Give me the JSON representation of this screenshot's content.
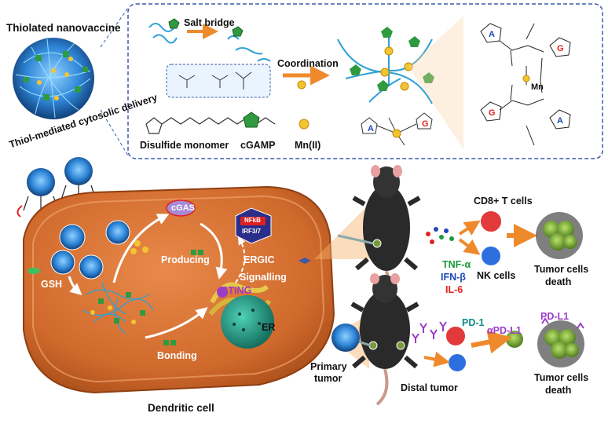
{
  "colors": {
    "panel_border": "#3a5aa8",
    "cell_orange": "#d9702f",
    "cell_dark": "#b3501c",
    "arrow_orange": "#ef8a2c",
    "tnf_green": "#1a9a3a",
    "ifn_blue": "#1f47b8",
    "il6_red": "#e02020",
    "pd_teal": "#0f8a8a",
    "apdl1_purple": "#9b3cc7",
    "cgamp_green": "#2f9a3f",
    "mn_yellow": "#f4c430"
  },
  "title": {
    "nanovaccine": "Thiolated nanovaccine",
    "delivery": "Thiol-mediated cytosolic delivery"
  },
  "synthesis_panel": {
    "salt_bridge": "Salt bridge",
    "coordination": "Coordination",
    "legend": {
      "disulfide": "Disulfide monomer",
      "cgamp": "cGAMP",
      "mn": "Mn(II)"
    },
    "mol_letters": {
      "a": "A",
      "g": "G",
      "mn": "Mn"
    }
  },
  "cell": {
    "gsh": "GSH",
    "cgas": "cGAS",
    "producing": "Producing",
    "bonding": "Bonding",
    "ergic": "ERGIC",
    "signalling": "Signalling",
    "nfkb": "NFkB",
    "irf": "IRF3/7",
    "sting": "STING",
    "er": "ER",
    "caption": "Dendritic cell"
  },
  "immune": {
    "cd8": "CD8+ T cells",
    "nk": "NK cells",
    "tnf": "TNF-α",
    "ifn": "IFN-β",
    "il6": "IL-6",
    "death_top_1": "Tumor cells",
    "death_top_2": "death",
    "pd1": "PD-1",
    "apdl1": "αPD-L1",
    "pdl1": "PD-L1",
    "primary_1": "Primary",
    "primary_2": "tumor",
    "distal": "Distal tumor",
    "death_bot_1": "Tumor cells",
    "death_bot_2": "death"
  }
}
